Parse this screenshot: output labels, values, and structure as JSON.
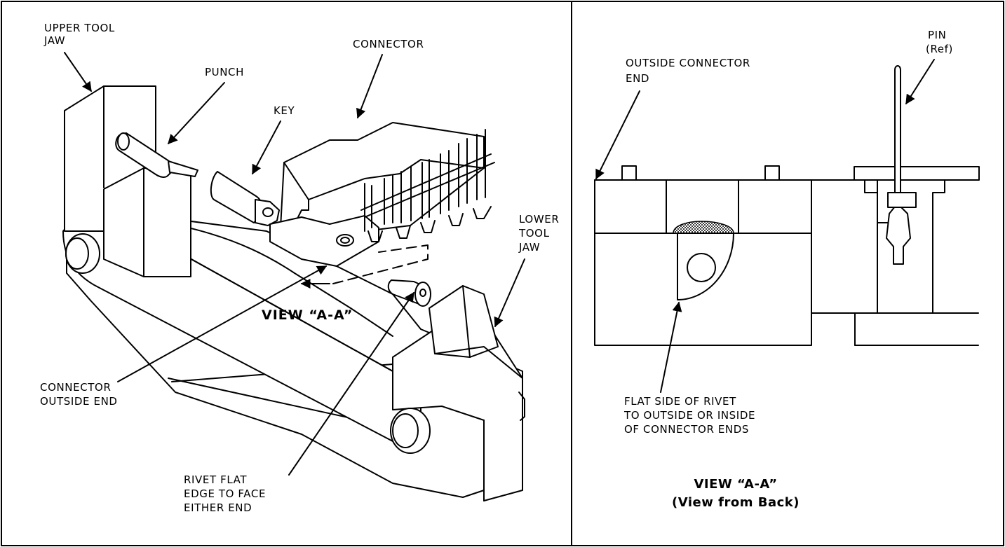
{
  "left_panel": {
    "labels": {
      "upper_tool_jaw": [
        "UPPER TOOL",
        "JAW"
      ],
      "punch": "PUNCH",
      "connector": "CONNECTOR",
      "key": "KEY",
      "lower_tool_jaw": [
        "LOWER",
        "TOOL",
        "JAW"
      ],
      "view_aa": "VIEW “A-A”",
      "connector_outside_end": [
        "CONNECTOR",
        "OUTSIDE END"
      ],
      "rivet_flat_edge": [
        "RIVET FLAT",
        "EDGE TO FACE",
        "EITHER END"
      ]
    }
  },
  "right_panel": {
    "labels": {
      "pin": [
        "PIN",
        "(Ref)"
      ],
      "outside_connector_end": [
        "OUTSIDE CONNECTOR",
        "END"
      ],
      "flat_side_of_rivet": [
        "FLAT SIDE OF RIVET",
        "TO OUTSIDE OR INSIDE",
        "OF CONNECTOR ENDS"
      ],
      "view_title": "VIEW “A-A”",
      "view_subtitle": "(View from Back)"
    }
  }
}
